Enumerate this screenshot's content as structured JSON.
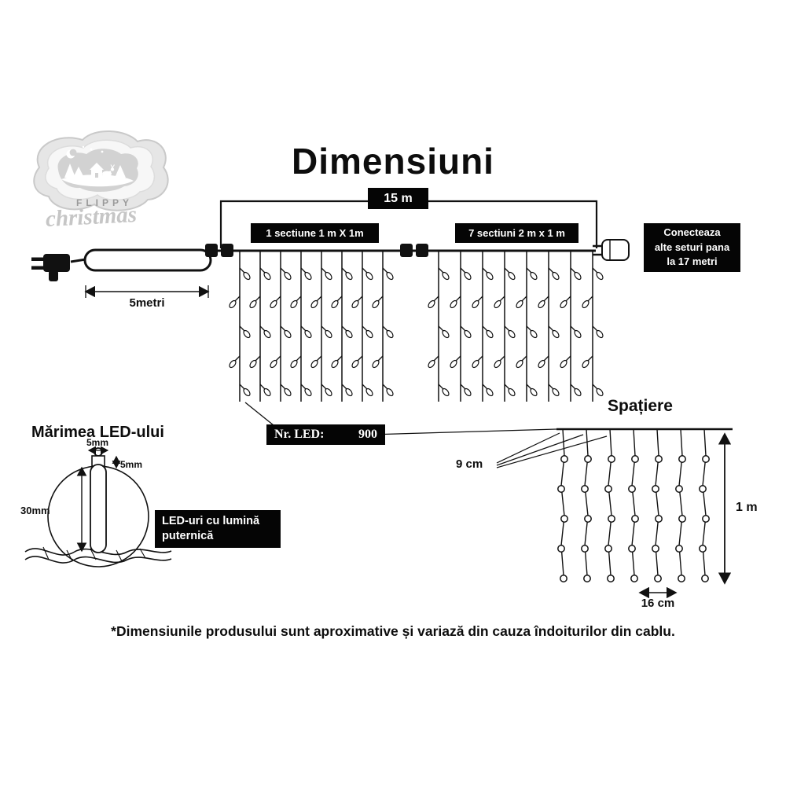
{
  "page": {
    "title": "Dimensiuni",
    "footer": "*Dimensiunile produsului sunt aproximative și variază din cauza îndoiturilor din cablu."
  },
  "logo": {
    "name": "FLIPPY",
    "script": "christmas"
  },
  "main_diagram": {
    "total_width": "15 m",
    "section1": "1 sectiune 1 m X 1m",
    "section2": "7 sectiuni 2 m x 1 m",
    "connect_note_line1": "Conecteaza",
    "connect_note_line2": "alte seturi pana",
    "connect_note_line3": "la 17 metri",
    "lead_length": "5metri",
    "led_count_label": "Nr. LED:",
    "led_count_value": "900"
  },
  "led_size": {
    "title": "Mărimea LED-ului",
    "width": "5mm",
    "cap": "5mm",
    "length": "30mm",
    "note_line1": "LED-uri cu lumină",
    "note_line2": "puternică"
  },
  "spacing": {
    "title": "Spațiere",
    "horizontal": "9 cm",
    "height": "1 m",
    "bottom": "16 cm"
  }
}
